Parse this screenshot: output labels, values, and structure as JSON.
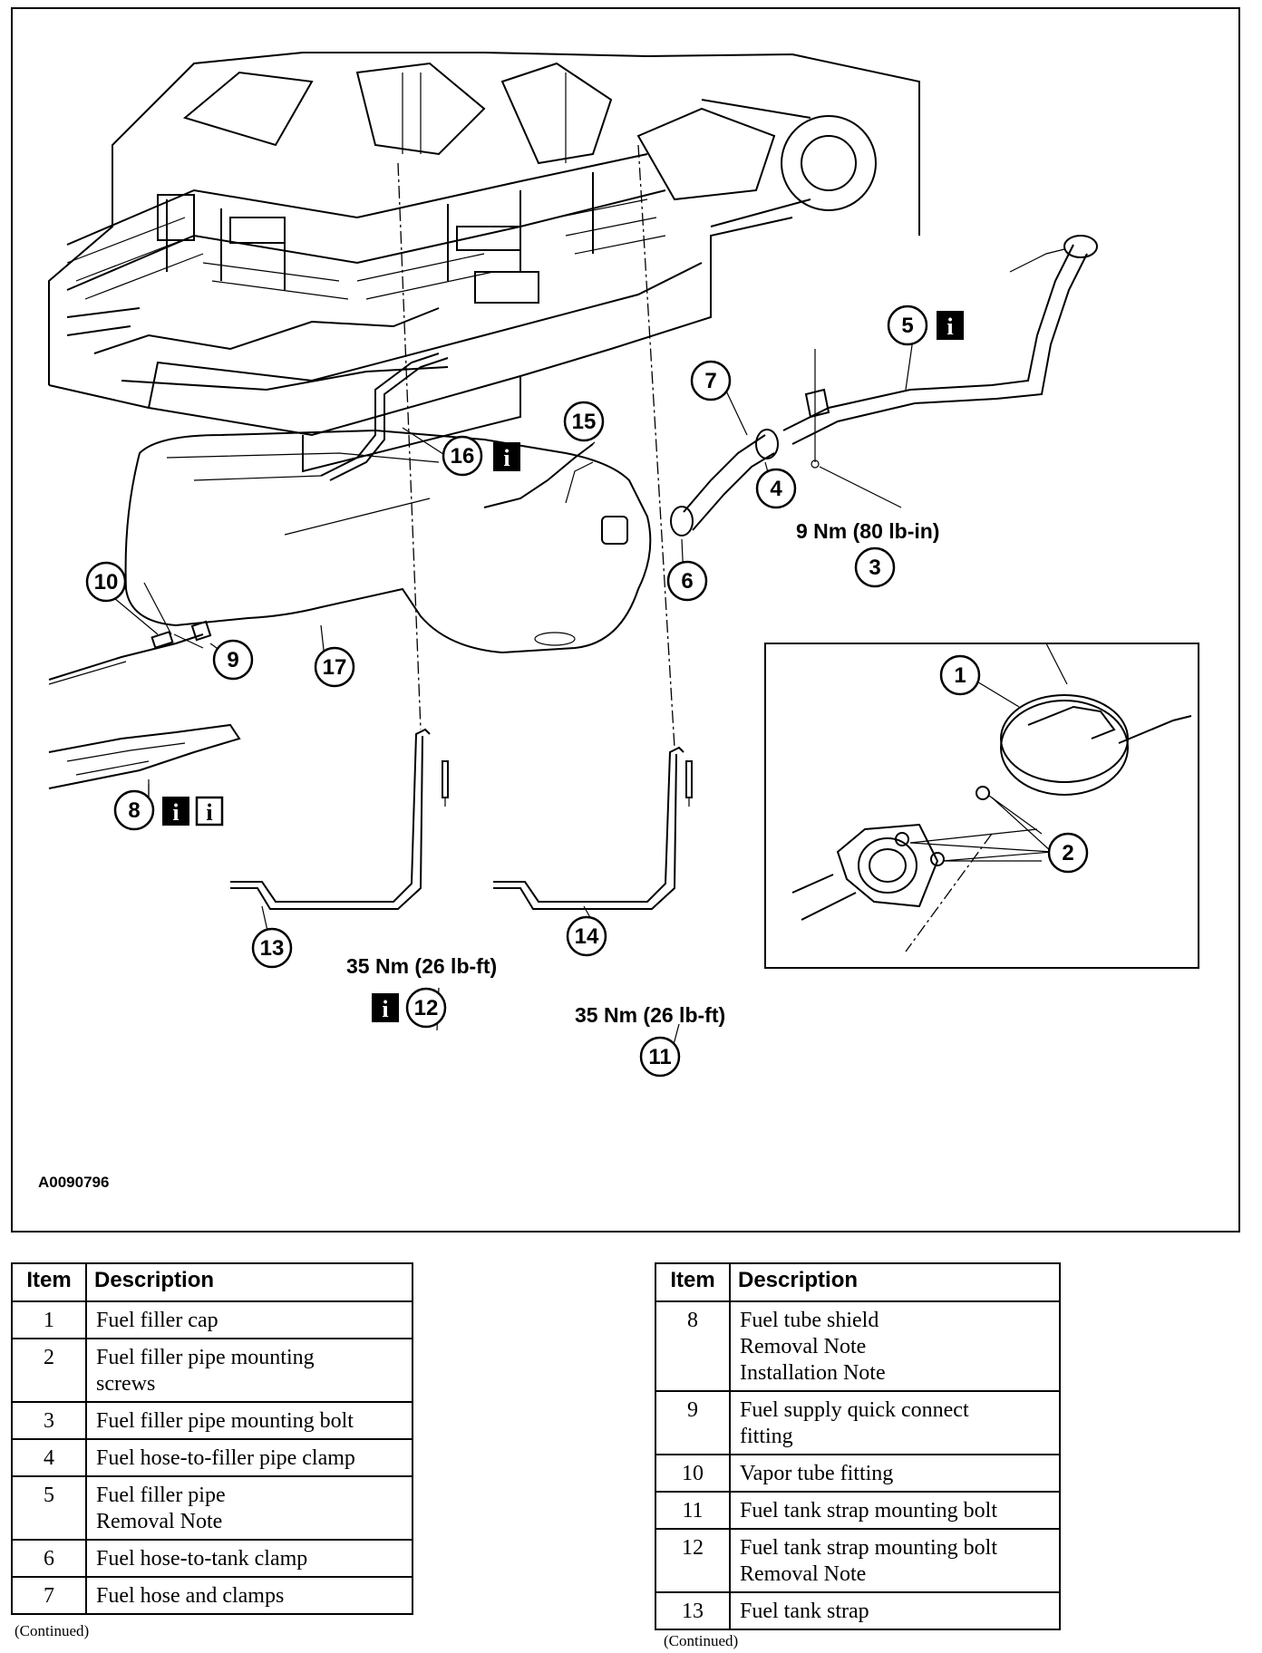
{
  "figure": {
    "id_label": "A0090796",
    "callouts": [
      "1",
      "2",
      "3",
      "4",
      "5",
      "6",
      "7",
      "8",
      "9",
      "10",
      "11",
      "12",
      "13",
      "14",
      "15",
      "16",
      "17"
    ],
    "torques": {
      "t3": "9 Nm (80 lb-in)",
      "t12": "35 Nm (26 lb-ft)",
      "t11": "35 Nm (26 lb-ft)"
    },
    "info_icon": "i"
  },
  "legend_left": {
    "headers": [
      "Item",
      "Description"
    ],
    "rows": [
      {
        "item": "1",
        "lines": [
          "Fuel filler cap"
        ]
      },
      {
        "item": "2",
        "lines": [
          "Fuel filler pipe mounting",
          "screws"
        ]
      },
      {
        "item": "3",
        "lines": [
          "Fuel filler pipe mounting bolt"
        ]
      },
      {
        "item": "4",
        "lines": [
          "Fuel hose-to-filler pipe clamp"
        ]
      },
      {
        "item": "5",
        "lines": [
          "Fuel filler pipe",
          "Removal Note"
        ]
      },
      {
        "item": "6",
        "lines": [
          "Fuel hose-to-tank clamp"
        ]
      },
      {
        "item": "7",
        "lines": [
          "Fuel hose and clamps"
        ]
      }
    ],
    "continued": "(Continued)"
  },
  "legend_right": {
    "headers": [
      "Item",
      "Description"
    ],
    "rows": [
      {
        "item": "8",
        "lines": [
          "Fuel tube shield",
          "Removal Note",
          "Installation Note"
        ]
      },
      {
        "item": "9",
        "lines": [
          "Fuel supply quick connect",
          "fitting"
        ]
      },
      {
        "item": "10",
        "lines": [
          "Vapor tube fitting"
        ]
      },
      {
        "item": "11",
        "lines": [
          "Fuel tank strap mounting bolt"
        ]
      },
      {
        "item": "12",
        "lines": [
          "Fuel tank strap mounting bolt",
          "Removal Note"
        ]
      },
      {
        "item": "13",
        "lines": [
          "Fuel tank strap"
        ]
      }
    ],
    "continued": "(Continued)"
  }
}
